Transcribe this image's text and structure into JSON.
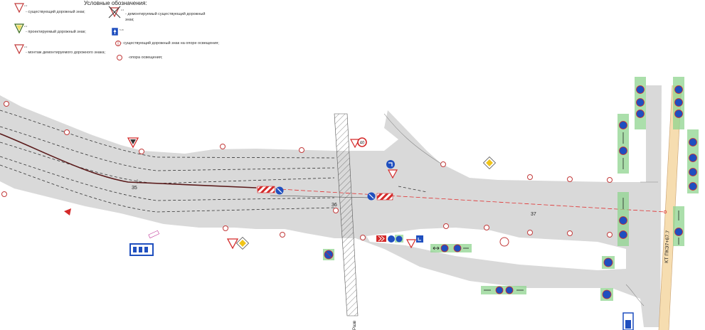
{
  "legend": {
    "title": "Условные обозначения:",
    "items": {
      "existing_sign": "- существующий дорожный знак;",
      "projected_sign": "- проектируемый дорожный знак;",
      "remount_sign": "- монтаж демонтируемого дорожного знака;",
      "dismantled_sign": "- демонтируемый существующий дорожный",
      "dismantled_sign_cont": "знак;",
      "sign_on_pole": "- существующий  дорожный знак на опоре освещения;",
      "light_pole": "-опора освещения;"
    },
    "symbol_codes": {
      "c1": "2.4",
      "c2": "2.4",
      "c3": "2.4",
      "c4": "2.4",
      "c5": "5.15"
    }
  },
  "map": {
    "chainage": [
      "35",
      "36",
      "37"
    ],
    "road_name": "КТ ПКЭ7+67.7",
    "speed_limit": "40",
    "bottom_label": "Разв"
  },
  "colors": {
    "road": "#d9d9d9",
    "pole": "#c23a3a",
    "sign_blue": "#1f4fbf",
    "sign_green": "#8fd48f",
    "sign_red": "#d42a2a",
    "sign_yellow": "#f0c419",
    "axis": "#e03030"
  }
}
